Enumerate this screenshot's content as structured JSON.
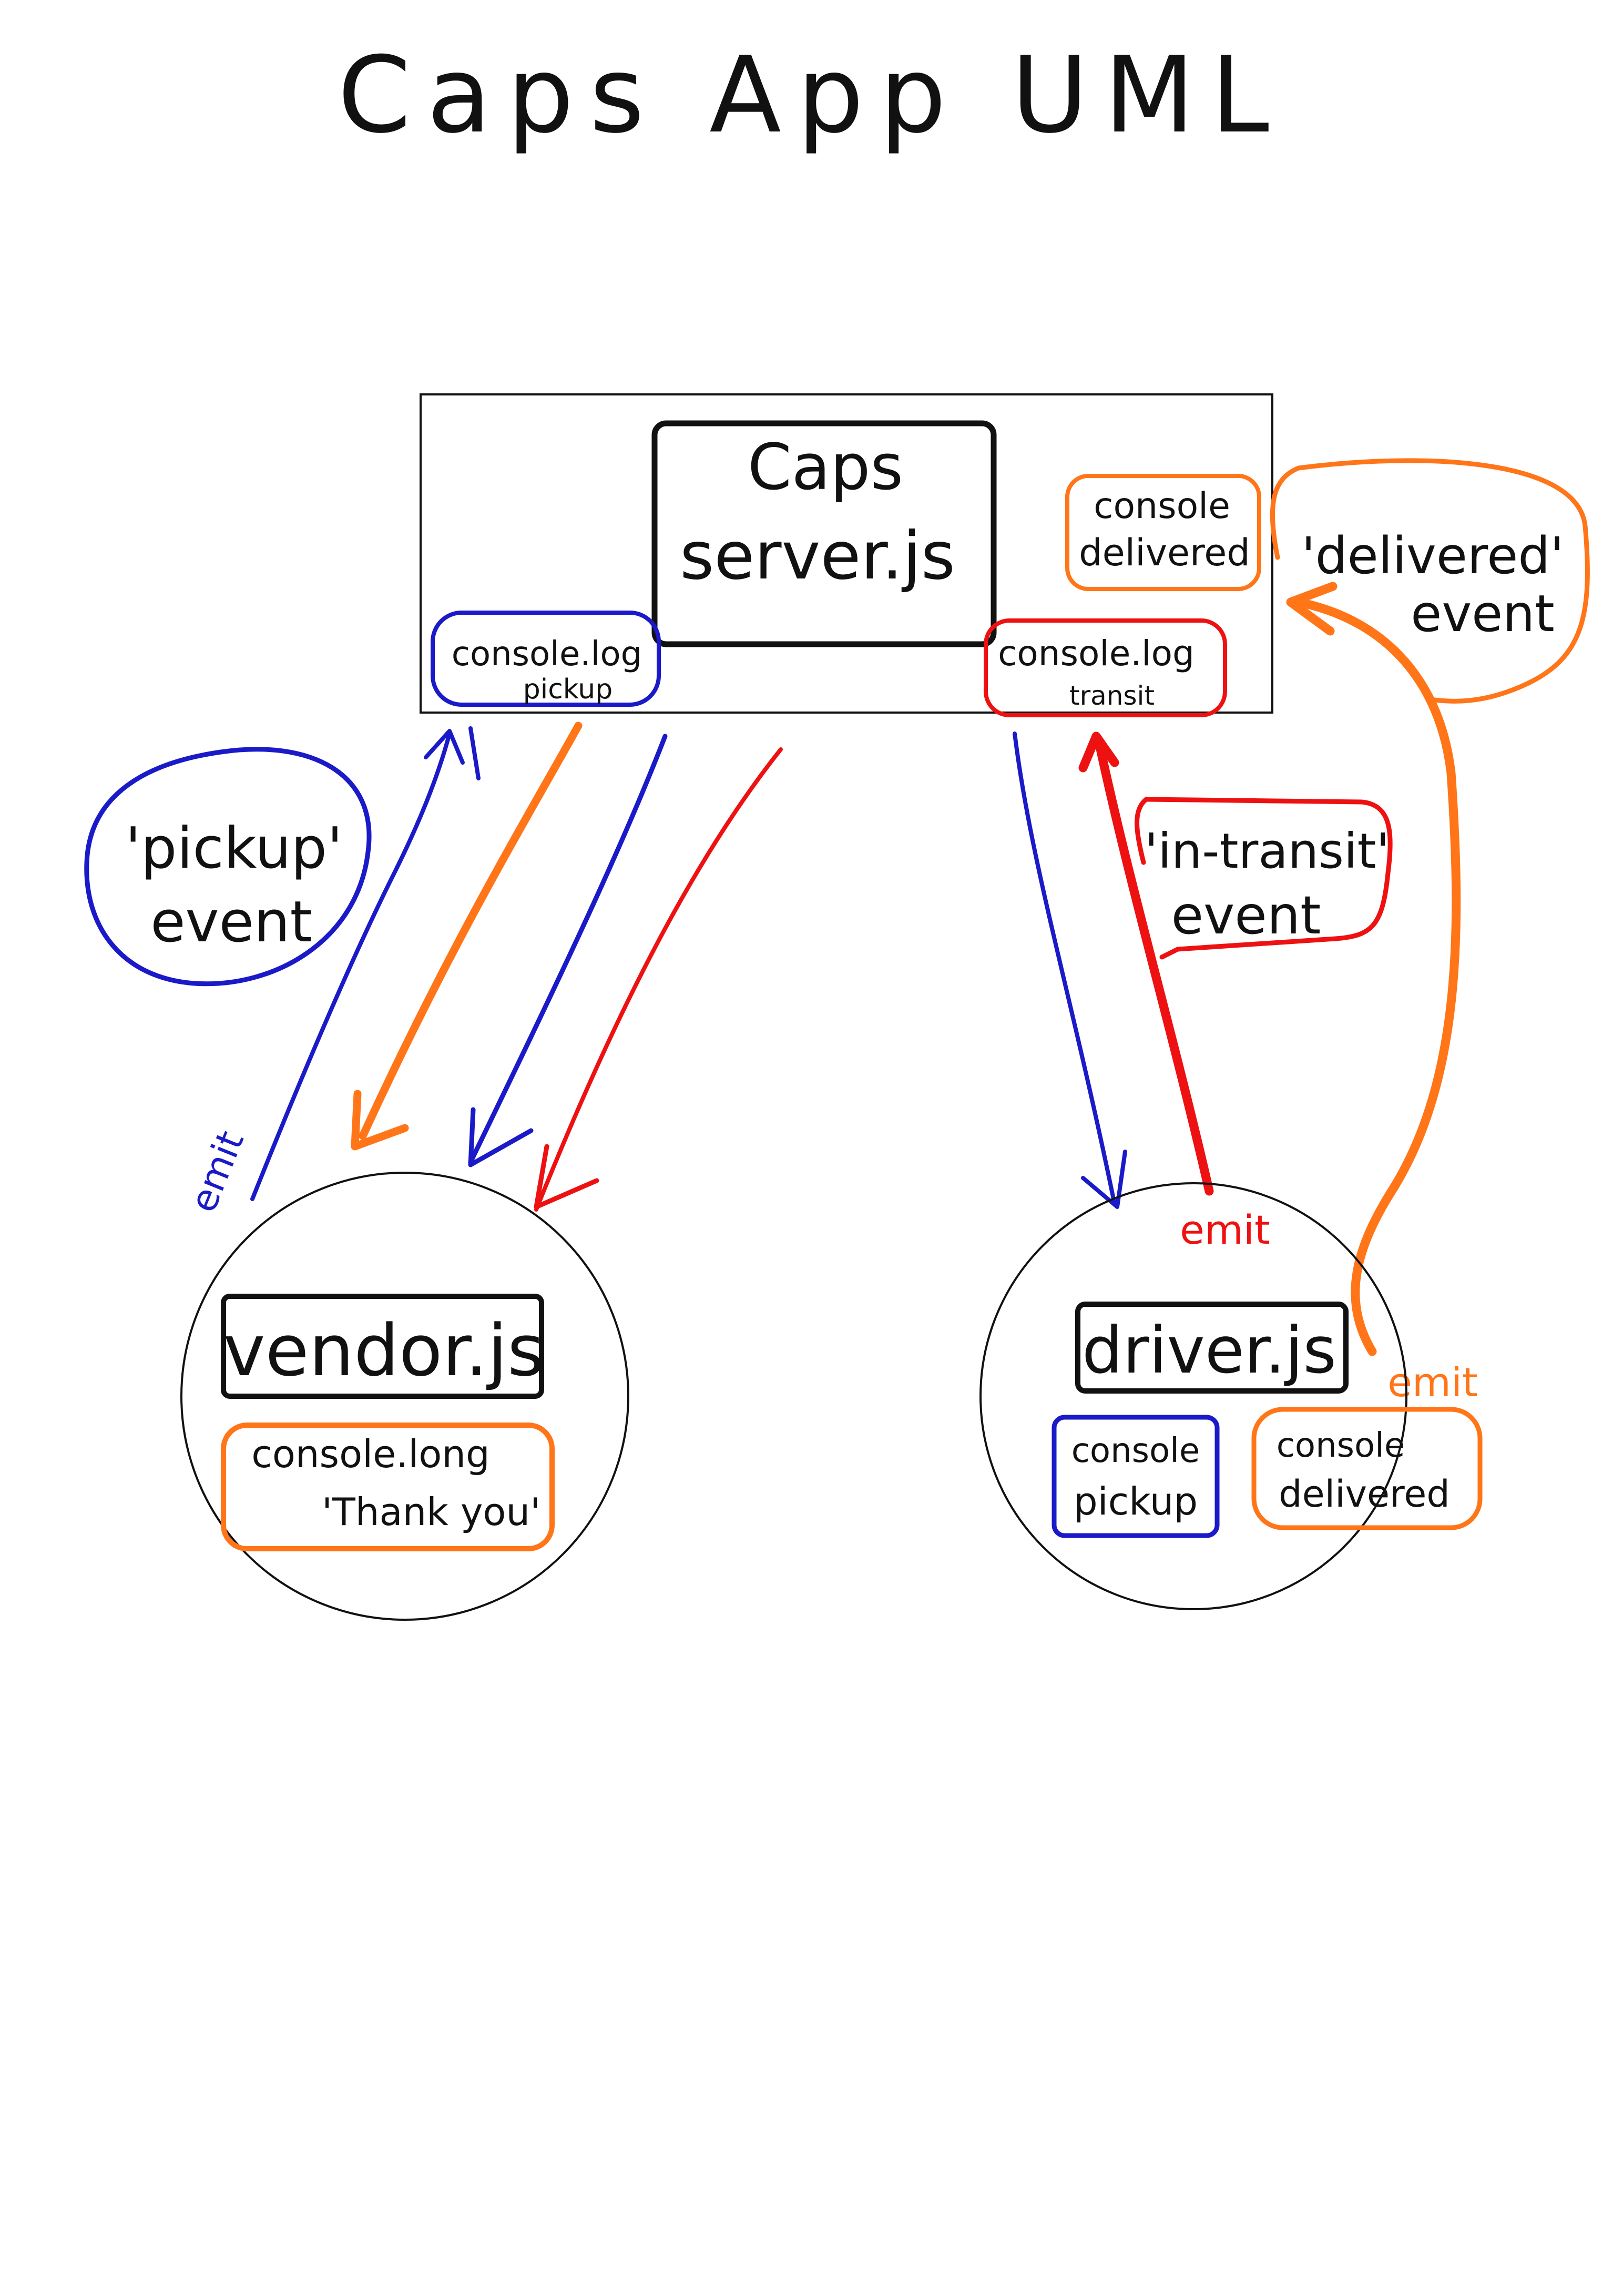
{
  "title": "Caps App UML",
  "colors": {
    "ink": "#111111",
    "blue": "#1a1ac8",
    "orange": "#ff7518",
    "red": "#ee1111"
  },
  "server": {
    "name_line1": "Caps",
    "name_line2": "server.js",
    "note_pickup_line1": "console.log",
    "note_pickup_line2": "pickup",
    "note_delivered_line1": "console",
    "note_delivered_line2": "delivered",
    "note_transit_line1": "console.log",
    "note_transit_line2": "transit"
  },
  "events": {
    "pickup_line1": "'pickup'",
    "pickup_line2": "event",
    "in_transit_line1": "'in-transit'",
    "in_transit_line2": "event",
    "delivered_line1": "'delivered'",
    "delivered_line2": "event"
  },
  "emit_labels": {
    "vendor": "emit",
    "driver_red": "emit",
    "driver_orange": "emit"
  },
  "vendor": {
    "name": "vendor.js",
    "note_line1": "console.long",
    "note_line2": "'Thank you'"
  },
  "driver": {
    "name": "driver.js",
    "note_pickup_line1": "console",
    "note_pickup_line2": "pickup",
    "note_delivered_line1": "console",
    "note_delivered_line2": "delivered"
  }
}
